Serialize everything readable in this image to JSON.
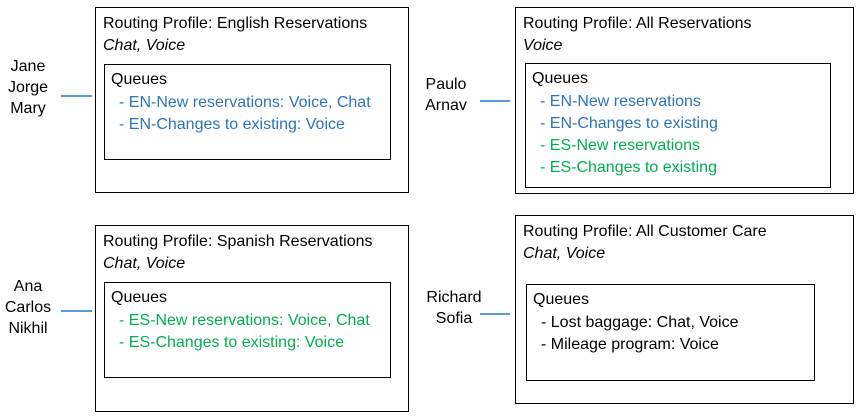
{
  "colors": {
    "english": "#2e75b6",
    "spanish": "#00b050",
    "neutral": "#000000",
    "connector": "#5b9bd5"
  },
  "profile_label": "Routing Profile:",
  "queues_label": "Queues",
  "groups": [
    {
      "users": [
        "Jane",
        "Jorge",
        "Mary"
      ],
      "profile_name": "English Reservations",
      "channels": "Chat, Voice",
      "queues": [
        {
          "text": "- EN-New reservations: Voice, Chat",
          "lang": "english"
        },
        {
          "text": "- EN-Changes to existing: Voice",
          "lang": "english"
        }
      ]
    },
    {
      "users": [
        "Paulo",
        "Arnav"
      ],
      "profile_name": "All Reservations",
      "channels": "Voice",
      "queues": [
        {
          "text": "- EN-New reservations",
          "lang": "english"
        },
        {
          "text": "- EN-Changes to existing",
          "lang": "english"
        },
        {
          "text": "- ES-New reservations",
          "lang": "spanish"
        },
        {
          "text": "- ES-Changes to existing",
          "lang": "spanish"
        }
      ]
    },
    {
      "users": [
        "Ana",
        "Carlos",
        "Nikhil"
      ],
      "profile_name": "Spanish Reservations",
      "channels": "Chat, Voice",
      "queues": [
        {
          "text": "- ES-New reservations: Voice, Chat",
          "lang": "spanish"
        },
        {
          "text": "- ES-Changes to existing: Voice",
          "lang": "spanish"
        }
      ]
    },
    {
      "users": [
        "Richard",
        "Sofia"
      ],
      "profile_name": "All Customer Care",
      "channels": "Chat, Voice",
      "queues": [
        {
          "text": "- Lost baggage: Chat, Voice",
          "lang": "neutral"
        },
        {
          "text": "- Mileage program: Voice",
          "lang": "neutral"
        }
      ]
    }
  ]
}
